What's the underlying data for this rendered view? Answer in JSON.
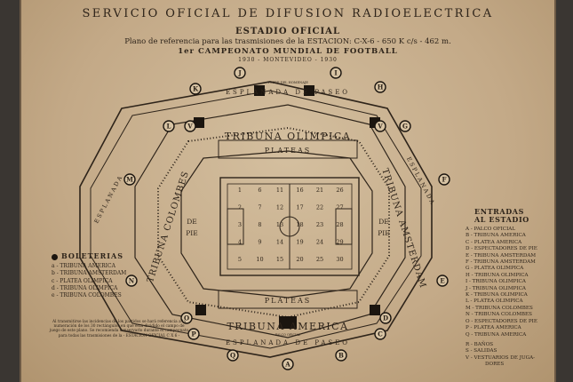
{
  "header": {
    "title": "SERVICIO OFICIAL DE DIFUSION RADIOELECTRICA",
    "subtitle": "ESTADIO OFICIAL",
    "reference": "Plano de referencia para las trasmisiones de la ESTACION: C-X-6 - 650 K c/s - 462 m.",
    "championship": "1er CAMPEONATO MUNDIAL DE FOOTBALL",
    "dates": "1930 - MONTEVIDEO - 1930"
  },
  "stadium": {
    "esplanade_top": "ESPLANADA DE PASEO",
    "esplanade_bottom": "ESPLANADA DE PASEO",
    "esplanade_left": "ESPLANADA",
    "esplanade_right": "ESPLANADA",
    "tribune_north": "TRIBUNA OLIMPICA",
    "tribune_south": "TRIBUNA AMERICA",
    "tribune_west": "TRIBUNA COLOMBES",
    "tribune_east": "TRIBUNA AMSTERDAM",
    "plateas_north": "PLATEAS",
    "plateas_south": "PLATEAS",
    "de_pie_left": [
      "DE",
      "PIE"
    ],
    "de_pie_right": [
      "DE",
      "PIE"
    ],
    "tower_label": "TORRE DEL HOMENAJE",
    "palco_label": "PALCO OFICIAL",
    "entrance_letters": [
      "K",
      "J",
      "I",
      "H",
      "L",
      "V",
      "G",
      "M",
      "F",
      "N",
      "E",
      "O",
      "D",
      "P",
      "C",
      "Q",
      "B",
      "A"
    ],
    "field_grid": [
      [
        "1",
        "6",
        "11",
        "16",
        "21",
        "26"
      ],
      [
        "2",
        "7",
        "12",
        "17",
        "22",
        "27"
      ],
      [
        "3",
        "8",
        "13",
        "18",
        "23",
        "28"
      ],
      [
        "4",
        "9",
        "14",
        "19",
        "24",
        "29"
      ],
      [
        "5",
        "10",
        "15",
        "20",
        "25",
        "30"
      ]
    ]
  },
  "legend_boleterias": {
    "title": "BOLETERIAS",
    "items": [
      "a - TRIBUNA AMERICA",
      "b - TRIBUNA AMSTERDAM",
      "c - PLATEA OLIMPICA",
      "d - TRIBUNA OLIMPICA",
      "e - TRIBUNA COLOMBES"
    ]
  },
  "legend_entradas": {
    "title": [
      "ENTRADAS",
      "AL ESTADIO"
    ],
    "items": [
      "A - PALCO OFICIAL",
      "B - TRIBUNA AMERICA",
      "C - PLATEA AMERICA",
      "D - ESPECTADORES DE PIE",
      "E - TRIBUNA AMSTERDAM",
      "F - TRIBUNA AMSTERDAM",
      "G - PLATEA OLIMPICA",
      "H - TRIBUNA OLIMPICA",
      "I - TRIBUNA OLIMPICA",
      "J - TRIBUNA OLIMPICA",
      "K - TRIBUNA OLIMPICA",
      "L - PLATEA OLIMPICA",
      "M - TRIBUNA COLOMBES",
      "N - TRIBUNA COLOMBES",
      "O - ESPECTADORES DE PIE",
      "P - PLATEA AMERICA",
      "Q - TRIBUNA AMERICA"
    ]
  },
  "legend_services": {
    "items": [
      "R - BAÑOS",
      "S - SALIDAS",
      "V - VESTUARIOS DE JUGA-",
      "DORES"
    ]
  },
  "footnote": "Al transmitirse las incidencias de los partidos se hará referencia a la numeración de los 30 rectángulos en que está dividido el campo de juego de este plano. Se recomienda conservarlo durante el campeonato para todas las trasmisiones de la - ESTACION OFICIAL C X 6 -",
  "colors": {
    "paper": "#c9b293",
    "ink": "#2e241a",
    "dark_block": "#1b150f"
  }
}
